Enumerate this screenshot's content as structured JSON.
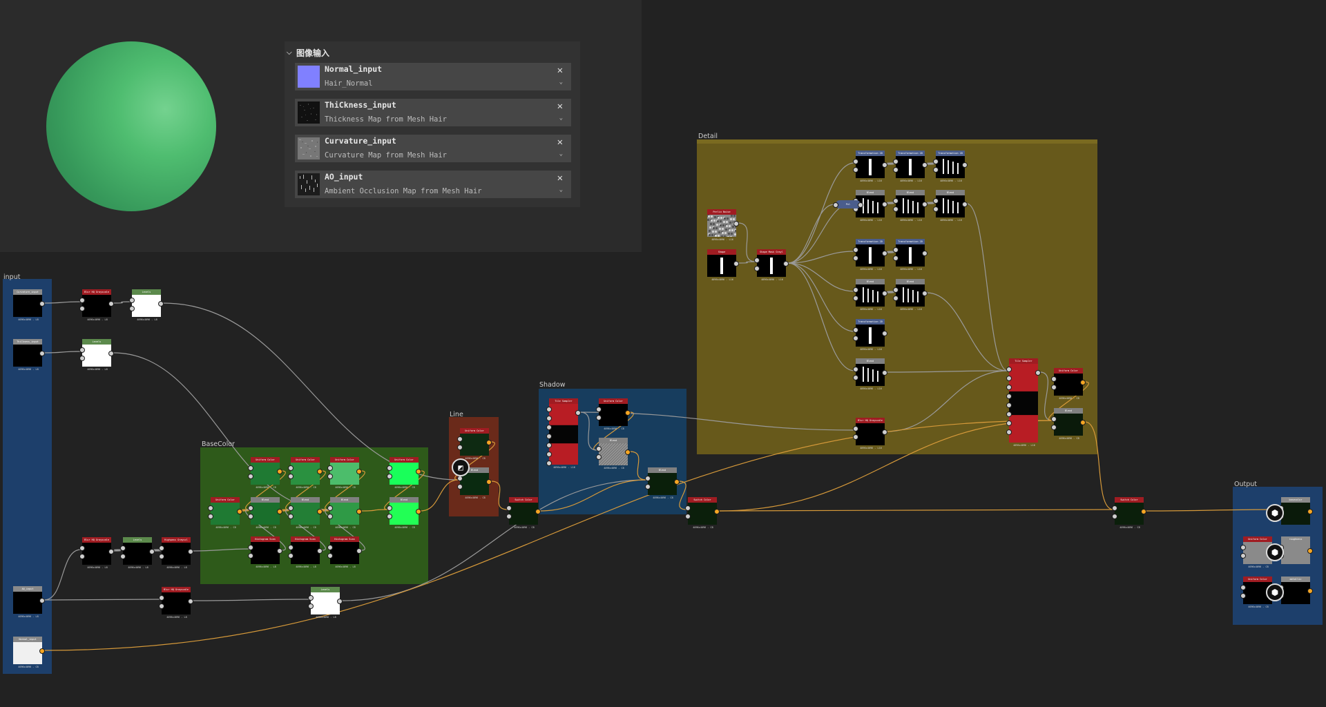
{
  "panel": {
    "title": "图像输入",
    "inputs": [
      {
        "name": "Normal_input",
        "source": "Hair_Normal",
        "thumb": "#8080ff"
      },
      {
        "name": "ThiCkness_input",
        "source": "Thickness Map from Mesh Hair",
        "thumb": "noise-dark"
      },
      {
        "name": "Curvature_input",
        "source": "Curvature Map from Mesh Hair",
        "thumb": "noise-grey"
      },
      {
        "name": "AO_input",
        "source": "Ambient Occlusion Map from Mesh Hair",
        "thumb": "noise-light"
      }
    ]
  },
  "icons": {
    "close": "✕",
    "expand": "⌄",
    "collapse": "⌵",
    "preview": "checker-icon"
  },
  "colors": {
    "background": "#222222",
    "viewport": "#2b2b2b",
    "panel": "#323232",
    "input_row": "#464646",
    "frame_input": "#1d3f6b",
    "frame_basecolor": "#2e5a1a",
    "frame_line": "#6a2a1a",
    "frame_shadow": "#173d5e",
    "frame_detail": "#67591b",
    "frame_output": "#1d3f6b",
    "header_red": "#a01c22",
    "header_grey": "#808080",
    "header_green": "#5c8a4c",
    "header_blue": "#4a5d8c",
    "wire_grey": "#9a9a9a",
    "wire_orange": "#d79a3a"
  },
  "frames": [
    {
      "key": "input",
      "label": "input",
      "color": "#1d3f6b"
    },
    {
      "key": "basecolor",
      "label": "BaseColor",
      "color": "#2e5a1a"
    },
    {
      "key": "line",
      "label": "Line",
      "color": "#6a2a1a"
    },
    {
      "key": "shadow",
      "label": "Shadow",
      "color": "#173d5e"
    },
    {
      "key": "detail",
      "label": "Detail",
      "color": "#67591b"
    },
    {
      "key": "output",
      "label": "Output",
      "color": "#1d3f6b"
    }
  ],
  "nodes": [
    {
      "id": "curv_in",
      "title": "Curvature_input",
      "header": "#8a8a8a",
      "body": "#000000",
      "footer": "4096x4096 - L8"
    },
    {
      "id": "thick_in",
      "title": "ThiCkness_input",
      "header": "#8a8a8a",
      "body": "#000000",
      "footer": "4096x4096 - L8"
    },
    {
      "id": "ao_in",
      "title": "AO_input",
      "header": "#8a8a8a",
      "body": "#000000",
      "footer": "4096x4096 - L8"
    },
    {
      "id": "normal_in",
      "title": "Normal_input",
      "header": "#8a8a8a",
      "body": "#f0f0f0",
      "footer": "4096x4096 - C8"
    },
    {
      "id": "blur1",
      "title": "Blur HQ Grayscale",
      "header": "#a01c22",
      "body": "#000000",
      "footer": "4096x4096 - L8"
    },
    {
      "id": "levels1",
      "title": "Levels",
      "header": "#5c8a4c",
      "body": "#ffffff",
      "footer": "4096x4096 - L8"
    },
    {
      "id": "levels2",
      "title": "Levels",
      "header": "#5c8a4c",
      "body": "#ffffff",
      "footer": "4096x4096 - L8"
    },
    {
      "id": "blur2",
      "title": "Blur HQ Grayscale",
      "header": "#a01c22",
      "body": "#000000",
      "footer": "4096x4096 - L8"
    },
    {
      "id": "levels3",
      "title": "Levels",
      "header": "#5c8a4c",
      "body": "#000000",
      "footer": "4096x4096 - L8"
    },
    {
      "id": "highpass",
      "title": "Highpass Grayscl",
      "header": "#a01c22",
      "body": "#000000",
      "footer": "4096x4096 - L8"
    },
    {
      "id": "blur3",
      "title": "Blur HQ Grayscale",
      "header": "#a01c22",
      "body": "#000000",
      "footer": "4096x4096 - L8"
    },
    {
      "id": "levels4",
      "title": "Levels",
      "header": "#5c8a4c",
      "body": "#ffffff",
      "footer": "4096x4096 - L8"
    },
    {
      "id": "bc_uni0",
      "title": "Uniform Color",
      "header": "#a01c22",
      "body": "#1f7a33",
      "footer": "4096x4096 - C8"
    },
    {
      "id": "bc_uni1",
      "title": "Uniform Color",
      "header": "#a01c22",
      "body": "#1f7a33",
      "footer": "4096x4096 - C8"
    },
    {
      "id": "bc_uni2",
      "title": "Uniform Color",
      "header": "#a01c22",
      "body": "#2a9140",
      "footer": "4096x4096 - C8"
    },
    {
      "id": "bc_uni3",
      "title": "Uniform Color",
      "header": "#a01c22",
      "body": "#4cbd6b",
      "footer": "4096x4096 - C8"
    },
    {
      "id": "bc_uni4",
      "title": "Uniform Color",
      "header": "#a01c22",
      "body": "#19ff5a",
      "footer": "4096x4096 - C8"
    },
    {
      "id": "bc_bl1",
      "title": "Blend",
      "header": "#808080",
      "body": "#1a6f2c",
      "footer": "4096x4096 - C8"
    },
    {
      "id": "bc_bl2",
      "title": "Blend",
      "header": "#808080",
      "body": "#237f36",
      "footer": "4096x4096 - C8"
    },
    {
      "id": "bc_bl3",
      "title": "Blend",
      "header": "#808080",
      "body": "#2f9a46",
      "footer": "4096x4096 - C8"
    },
    {
      "id": "bc_bl4",
      "title": "Blend",
      "header": "#808080",
      "body": "#22ff55",
      "footer": "4096x4096 - C8"
    },
    {
      "id": "bc_hs1",
      "title": "Histogram Scan",
      "header": "#a01c22",
      "body": "#000000",
      "footer": "4096x4096 - L8"
    },
    {
      "id": "bc_hs2",
      "title": "Histogram Scan",
      "header": "#a01c22",
      "body": "#000000",
      "footer": "4096x4096 - L8"
    },
    {
      "id": "bc_hs3",
      "title": "Histogram Scan",
      "header": "#a01c22",
      "body": "#000000",
      "footer": "4096x4096 - L8"
    },
    {
      "id": "line_uni",
      "title": "Uniform Color",
      "header": "#a01c22",
      "body": "#0e2a12",
      "footer": "4096x4096 - C8"
    },
    {
      "id": "line_blend",
      "title": "Blend",
      "header": "#808080",
      "body": "#0a2a10",
      "footer": "4096x4096 - C8"
    },
    {
      "id": "sw1",
      "title": "Switch Color",
      "header": "#a01c22",
      "body": "#0b1f0b",
      "footer": "4096x4096 - C8"
    },
    {
      "id": "sh_tile",
      "title": "Tile Sampler",
      "header": "#a01c22",
      "body": "tile-red",
      "footer": "4096x4096 - L16"
    },
    {
      "id": "sh_uni",
      "title": "Uniform Color",
      "header": "#a01c22",
      "body": "#000000",
      "footer": "4096x4096 - C8"
    },
    {
      "id": "sh_blend",
      "title": "Blend",
      "header": "#808080",
      "body": "hatch",
      "footer": "4096x4096 - C8"
    },
    {
      "id": "sh_blend2",
      "title": "Blend",
      "header": "#808080",
      "body": "#0a1f0a",
      "footer": "4096x4096 - C8"
    },
    {
      "id": "sw2",
      "title": "Switch Color",
      "header": "#a01c22",
      "body": "#0b1f0b",
      "footer": "4096x4096 - C8"
    },
    {
      "id": "dt_noise",
      "title": "Perlin Noise",
      "header": "#a01c22",
      "body": "noise",
      "footer": "4096x4096 - L16"
    },
    {
      "id": "dt_shape",
      "title": "Shape",
      "header": "#a01c22",
      "body": "strand",
      "footer": "4096x4096 - L16"
    },
    {
      "id": "dt_warp",
      "title": "Shape Mask Grayl",
      "header": "#a01c22",
      "body": "strand",
      "footer": "4096x4096 - L16"
    },
    {
      "id": "dt_t1",
      "title": "Transformation 2D",
      "header": "#4a5d8c",
      "body": "strand",
      "footer": "4096x4096 - L16"
    },
    {
      "id": "dt_t2",
      "title": "Transformation 2D",
      "header": "#4a5d8c",
      "body": "strand",
      "footer": "4096x4096 - L16"
    },
    {
      "id": "dt_t3",
      "title": "Transformation 2D",
      "header": "#4a5d8c",
      "body": "strands",
      "footer": "4096x4096 - L16"
    },
    {
      "id": "dt_b1",
      "title": "Blend",
      "header": "#808080",
      "body": "strands",
      "footer": "4096x4096 - L16"
    },
    {
      "id": "dt_b2",
      "title": "Blend",
      "header": "#808080",
      "body": "strands",
      "footer": "4096x4096 - L16"
    },
    {
      "id": "dt_b3",
      "title": "Blend",
      "header": "#808080",
      "body": "strands",
      "footer": "4096x4096 - L16"
    },
    {
      "id": "dt_pxl",
      "title": "Pxl",
      "header": "#4a5d8c",
      "body": "small",
      "footer": ""
    },
    {
      "id": "dt_t4",
      "title": "Transformation 2D",
      "header": "#4a5d8c",
      "body": "strand",
      "footer": "4096x4096 - L16"
    },
    {
      "id": "dt_t5",
      "title": "Transformation 2D",
      "header": "#4a5d8c",
      "body": "strand",
      "footer": "4096x4096 - L16"
    },
    {
      "id": "dt_b4",
      "title": "Blend",
      "header": "#808080",
      "body": "strands",
      "footer": "4096x4096 - L16"
    },
    {
      "id": "dt_b5",
      "title": "Blend",
      "header": "#808080",
      "body": "strands",
      "footer": "4096x4096 - L16"
    },
    {
      "id": "dt_t6",
      "title": "Transformation 2D",
      "header": "#4a5d8c",
      "body": "strand",
      "footer": "4096x4096 - L16"
    },
    {
      "id": "dt_b6",
      "title": "Blend",
      "header": "#808080",
      "body": "strands",
      "footer": "4096x4096 - L16"
    },
    {
      "id": "dt_blurhq",
      "title": "Blur HQ Grayscale",
      "header": "#a01c22",
      "body": "#000000",
      "footer": "4096x4096 - L16"
    },
    {
      "id": "dt_tile",
      "title": "Tile Sampler",
      "header": "#a01c22",
      "body": "tile-red",
      "footer": "4096x4096 - L16"
    },
    {
      "id": "dt_uni",
      "title": "Uniform Color",
      "header": "#a01c22",
      "body": "#000000",
      "footer": "4096x4096 - C8"
    },
    {
      "id": "dt_blend",
      "title": "Blend",
      "header": "#808080",
      "body": "#0a1a0a",
      "footer": "4096x4096 - C8"
    },
    {
      "id": "sw3",
      "title": "Switch Color",
      "header": "#a01c22",
      "body": "#0b1f0b",
      "footer": "4096x4096 - C8"
    },
    {
      "id": "out_base",
      "title": "basecolor",
      "header": "#8a8a8a",
      "body": "#0a1a0a",
      "footer": ""
    },
    {
      "id": "out_uni1",
      "title": "Uniform Color",
      "header": "#a01c22",
      "body": "#8a8a8a",
      "footer": "4096x4096 - C8"
    },
    {
      "id": "out_rough",
      "title": "roughness",
      "header": "#8a8a8a",
      "body": "#8a8a8a",
      "footer": ""
    },
    {
      "id": "out_uni2",
      "title": "Uniform Color",
      "header": "#a01c22",
      "body": "#000000",
      "footer": "4096x4096 - C8"
    },
    {
      "id": "out_metal",
      "title": "metallic",
      "header": "#8a8a8a",
      "body": "#000000",
      "footer": ""
    }
  ]
}
